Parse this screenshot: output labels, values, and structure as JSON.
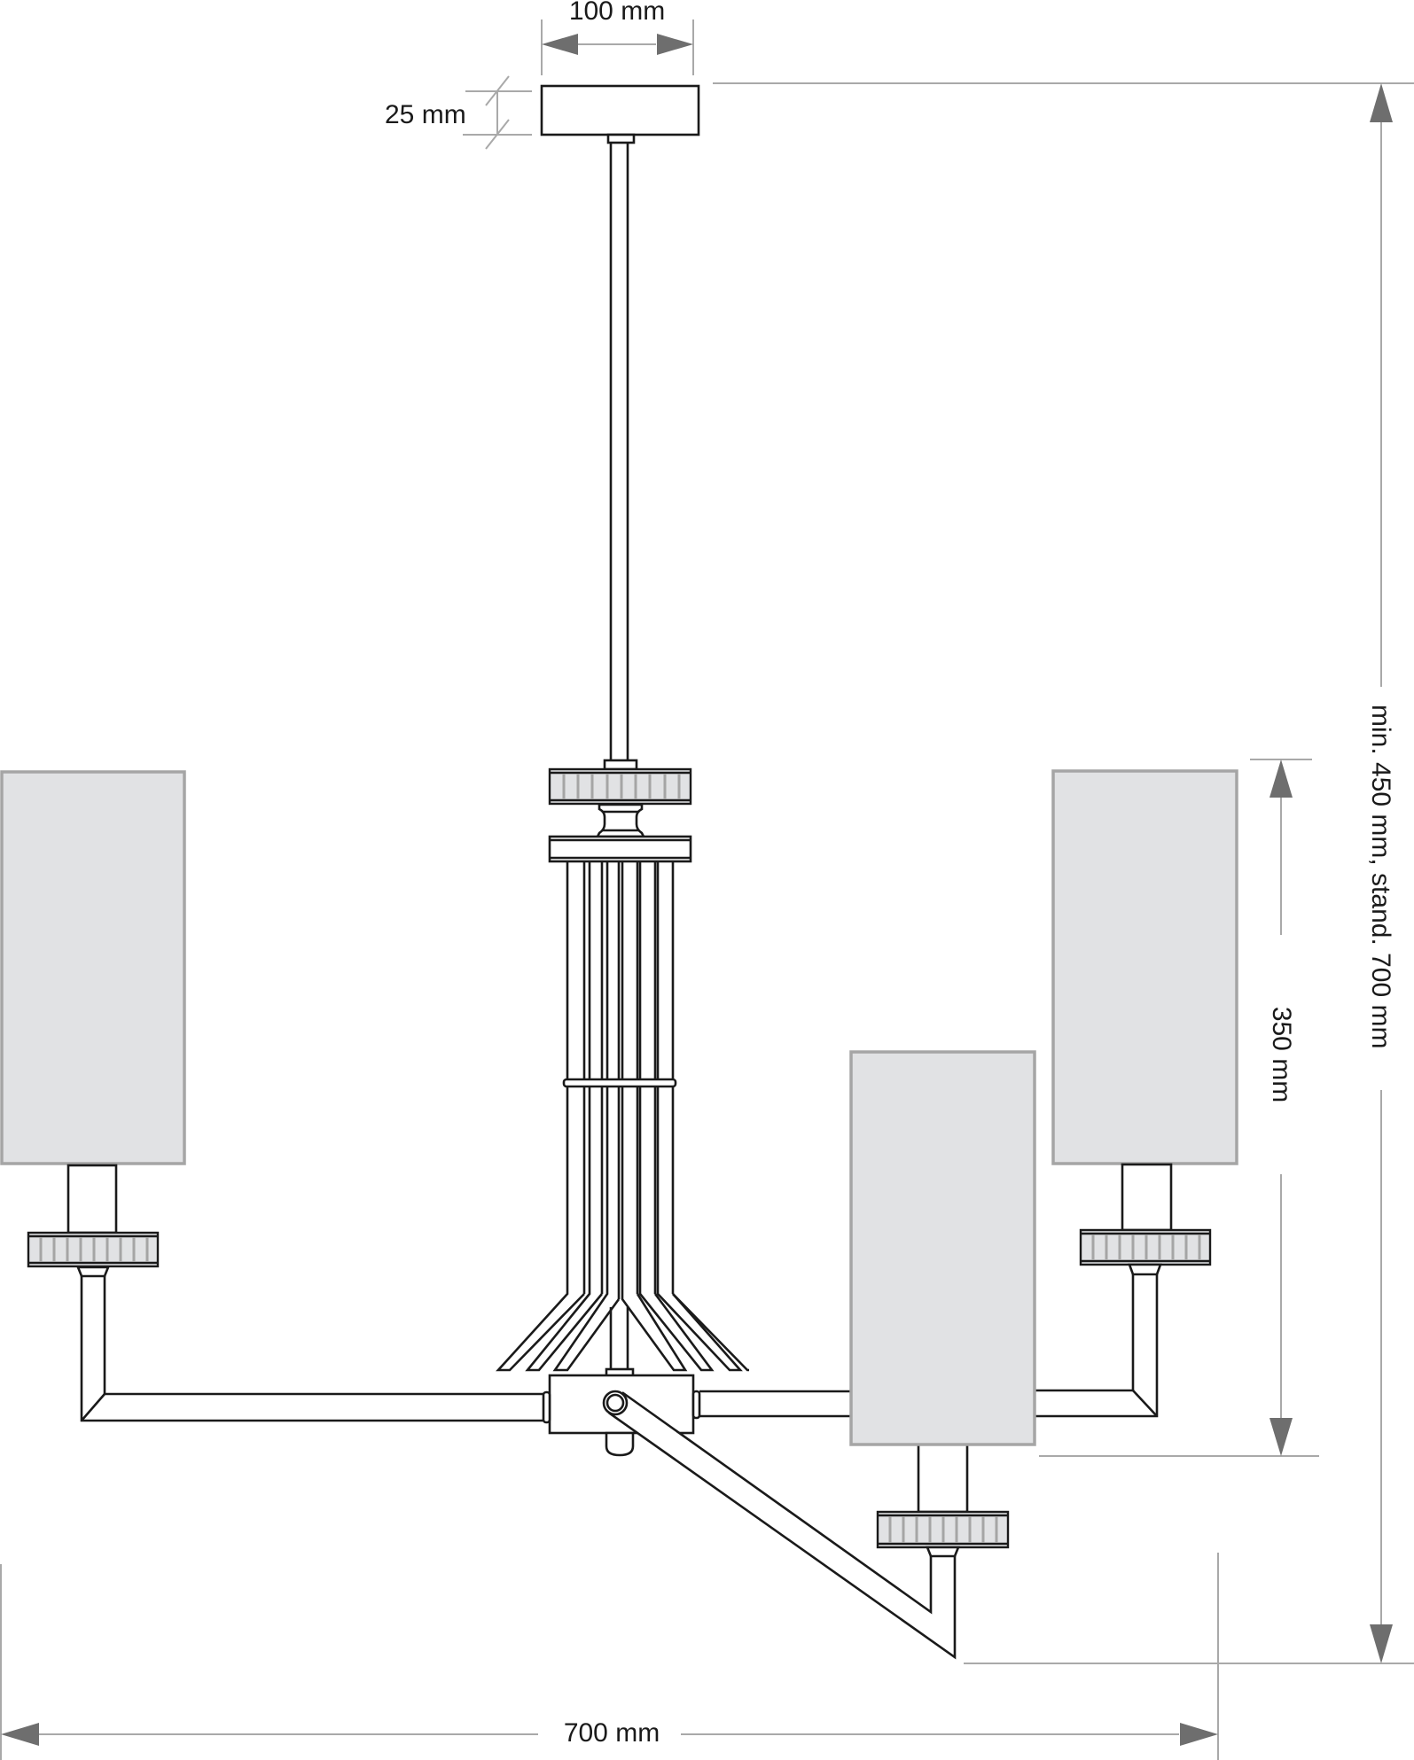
{
  "diagram": {
    "title": "Three-arm chandelier dimension drawing",
    "colors": {
      "outline": "#1a1a1a",
      "shade_fill": "#e1e2e4",
      "shade_border": "#a5a5a5",
      "dimension_line": "#a9a9a9",
      "arrow": "#6e6e6e"
    },
    "dimensions": {
      "canopy_width": "100 mm",
      "canopy_height": "25 mm",
      "total_height": "min. 450 mm, stand. 700 mm",
      "shade_height_span": "350 mm",
      "total_width": "700 mm"
    },
    "components": {
      "shades": [
        {
          "name": "left-shade"
        },
        {
          "name": "middle-shade"
        },
        {
          "name": "right-shade"
        }
      ],
      "arms": 3
    }
  }
}
